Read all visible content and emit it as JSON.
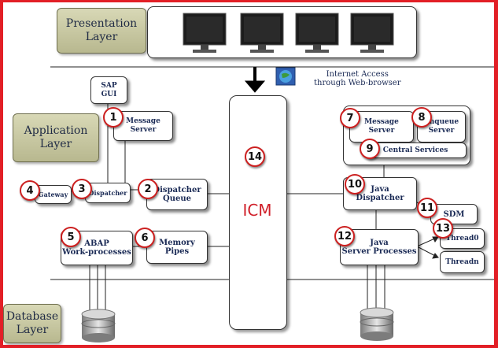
{
  "layers": {
    "presentation": "Presentation\nLayer",
    "application": "Application\nLayer",
    "database": "Database\nLayer"
  },
  "internet": "Internet Access\nthrough Web-browser",
  "sap_gui": "SAP\nGUI",
  "components": {
    "message_server_abap": "Message\nServer",
    "gateway": "Gateway",
    "dispatcher": "Dispatcher",
    "dispatcher_queue": "Dispatcher\nQueue",
    "abap_work_processes": "ABAP\nWork-processes",
    "memory_pipes": "Memory\nPipes",
    "icm": "ICM",
    "message_server_java": "Message\nServer",
    "enqueue_server": "Enqueue\nServer",
    "central_services": "Central Services",
    "java_dispatcher": "Java\nDispatcher",
    "sdm": "SDM",
    "java_server_processes": "Java\nServer Processes",
    "thread0": "Thread0",
    "threadn": "Threadn"
  },
  "badges": [
    "1",
    "2",
    "3",
    "4",
    "5",
    "6",
    "7",
    "8",
    "9",
    "10",
    "11",
    "12",
    "13",
    "14"
  ],
  "colors": {
    "frame": "#e21f26",
    "badge_border": "#cc2020",
    "icm_text": "#d0202a",
    "layer_fill": "#c8c8a2"
  }
}
